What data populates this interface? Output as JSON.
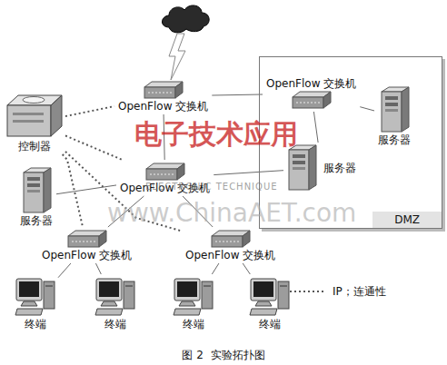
{
  "diagram": {
    "caption": "图 2  实验拓扑图",
    "nodes": [
      {
        "text": [
          "控制器"
        ]
      },
      {
        "text": [
          "OpenFlow 交换机"
        ]
      },
      {
        "text": [
          "DMZ"
        ]
      },
      {
        "text": [
          "OpenFlow 交换机"
        ],
        "in": 2
      },
      {
        "text": [
          "服务器"
        ],
        "in": 2
      },
      {
        "text": [
          "服务器"
        ],
        "in": 2
      },
      {
        "text": [
          "服务器"
        ]
      },
      {
        "text": [
          "OpenFlow 交换机"
        ]
      },
      {
        "text": [
          "OpenFlow 交换机"
        ]
      },
      {
        "text": [
          "OpenFlow 交换机"
        ]
      },
      {
        "text": [
          "终端"
        ]
      },
      {
        "text": [
          "终端"
        ]
      },
      {
        "text": [
          "终端"
        ]
      },
      {
        "text": [
          "终端"
        ]
      }
    ],
    "edges": [
      {
        "from": 0,
        "to": 1,
        "arrow": "none"
      },
      {
        "from": 0,
        "to": 7,
        "arrow": "none"
      },
      {
        "from": 0,
        "to": 8,
        "arrow": "none"
      },
      {
        "from": 0,
        "to": 9,
        "arrow": "none"
      },
      {
        "from": 1,
        "to": 3,
        "arrow": "none"
      },
      {
        "from": 3,
        "to": 4,
        "arrow": "none"
      },
      {
        "from": 3,
        "to": 5,
        "arrow": "none"
      },
      {
        "from": 1,
        "to": 7,
        "arrow": "none"
      },
      {
        "from": 6,
        "to": 7,
        "arrow": "none"
      },
      {
        "from": 7,
        "to": 5,
        "arrow": "none"
      },
      {
        "from": 7,
        "to": 8,
        "arrow": "none"
      },
      {
        "from": 7,
        "to": 9,
        "arrow": "none"
      },
      {
        "from": 8,
        "to": 10,
        "arrow": "none"
      },
      {
        "from": 8,
        "to": 11,
        "arrow": "none"
      },
      {
        "from": 9,
        "to": 12,
        "arrow": "none"
      },
      {
        "from": 9,
        "to": 13,
        "arrow": "none"
      }
    ],
    "labels": [
      "电子技术应用",
      "ELECTRONIC TECHNIQUE",
      "www.ChinaAET.com"
    ],
    "legend": [
      {
        "text": "IP；连通性"
      }
    ]
  }
}
